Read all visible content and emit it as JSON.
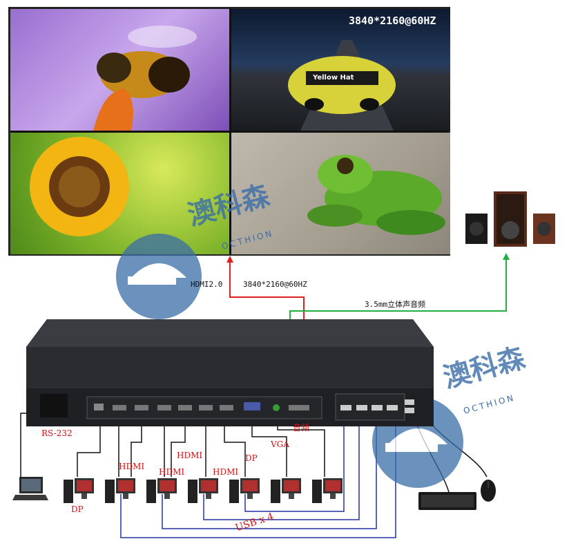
{
  "monitor": {
    "resolution_overlay": "3840*2160@60HZ",
    "panels": [
      "bee-photo",
      "race-car-photo",
      "sunflower-photo",
      "frog-photo"
    ],
    "car_text": "Yellow Hat"
  },
  "labels": {
    "hdmi_link": "HDMI2.0",
    "hdmi_link_res": "3840*2160@60HZ",
    "audio_link": "3.5mm立体声音频",
    "audio_port": "音频",
    "rs232": "RS-232",
    "usb": "USB x 4",
    "dp_left": "DP",
    "hdmi_1": "HDMI",
    "hdmi_2": "HDMI",
    "hdmi_3": "HDMI",
    "hdmi_4": "HDMI",
    "dp_right": "DP",
    "vga": "VGA"
  },
  "watermark": {
    "brand_cn": "澳科森",
    "brand_en": "OCTHION"
  },
  "colors": {
    "hdmi_line": "#e02020",
    "audio_line": "#20b040",
    "usb_line": "#2030a0",
    "watermark": "#3a6ea8"
  }
}
